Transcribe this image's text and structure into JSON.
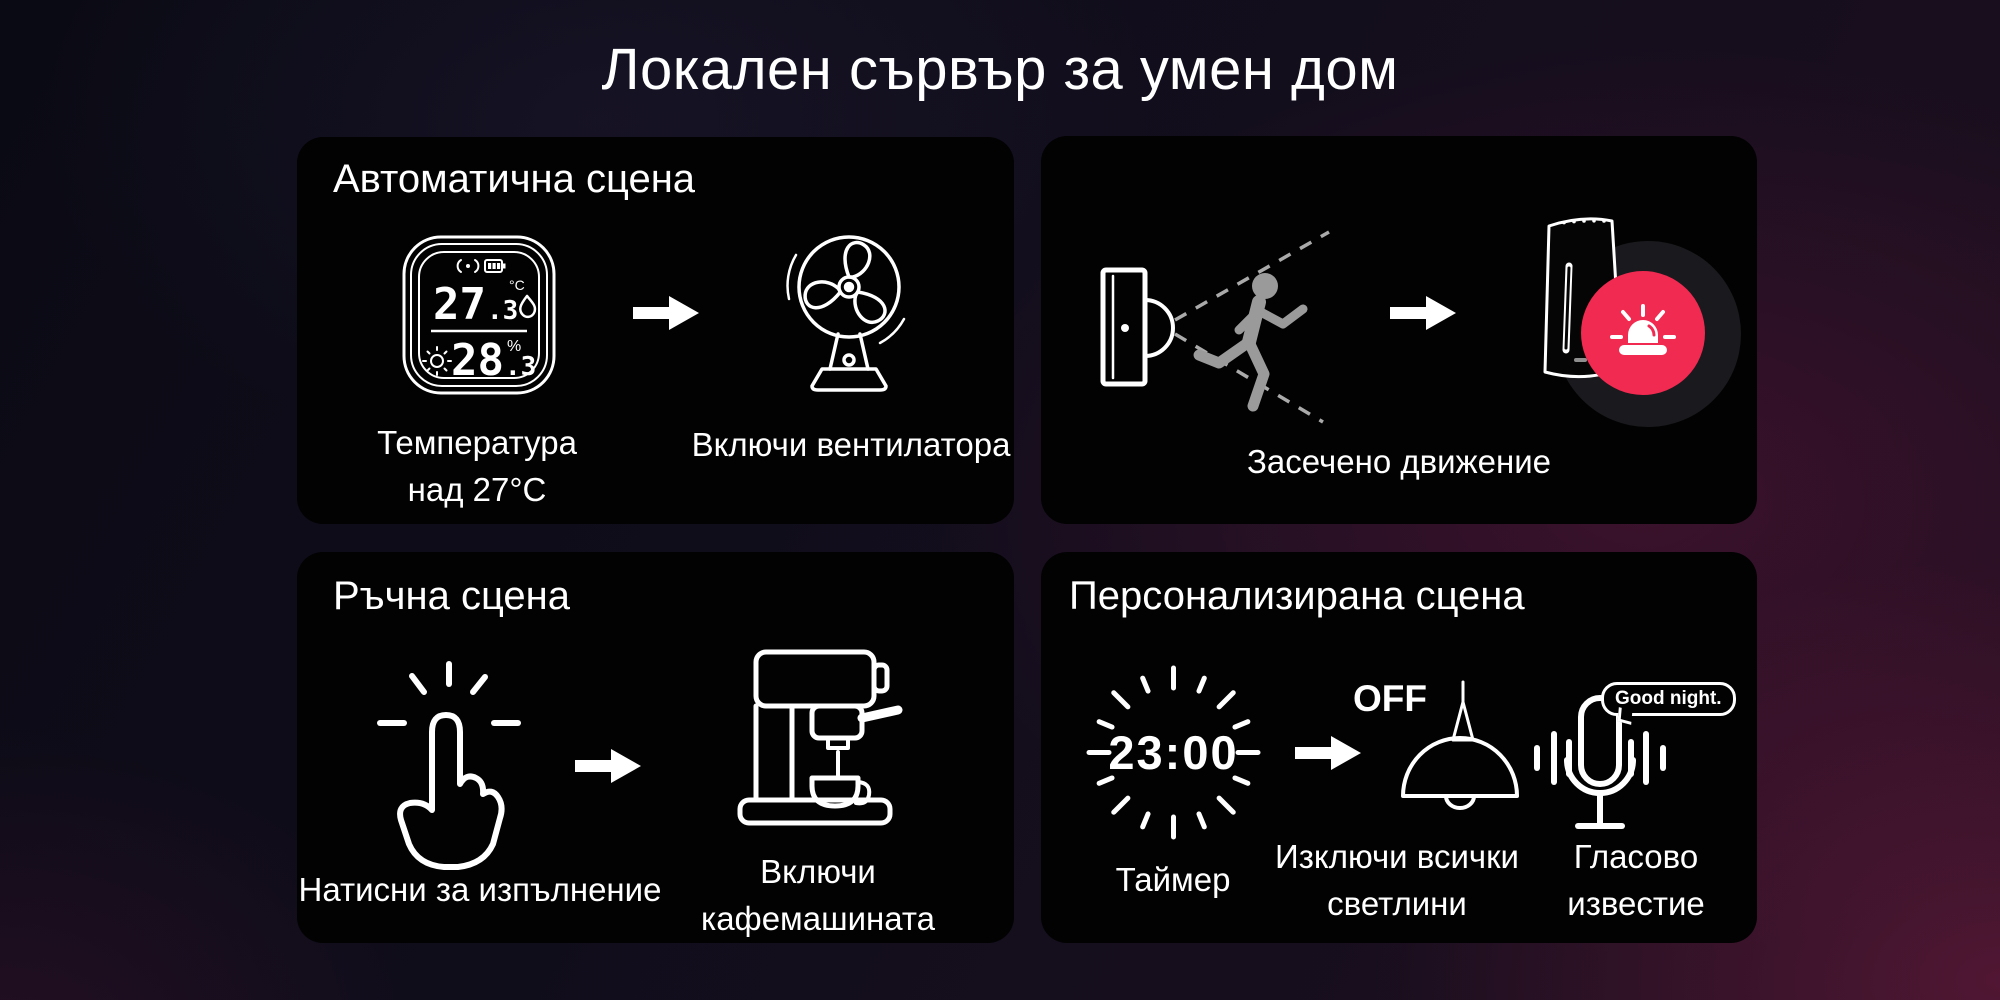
{
  "page": {
    "title": "Локален сървър за умен дом"
  },
  "colors": {
    "accent_red": "#f02a50",
    "halo_dark": "#1a191d",
    "runner_gray": "#9a9a9a",
    "card_bg": "#020202",
    "text": "#ffffff"
  },
  "icons": [
    "temperature-humidity-sensor-icon",
    "signal-icon",
    "battery-icon",
    "flame-icon",
    "sun-icon",
    "arrow-right-icon",
    "fan-icon",
    "motion-sensor-icon",
    "detection-beams",
    "running-person-icon",
    "smart-hub-icon",
    "siren-icon",
    "tap-gesture-icon",
    "coffee-machine-icon",
    "timer-icon",
    "lamp-icon",
    "microphone-icon",
    "sound-waves",
    "speech-bubble"
  ],
  "cards": [
    {
      "title": "Автоматична сцена",
      "display": {
        "temp_main": "27",
        "temp_dec": ".3",
        "temp_unit": "°C",
        "hum_main": "28",
        "hum_dec": ".3",
        "hum_unit": "%"
      },
      "trigger": {
        "line1": "Температура",
        "line2": "над 27°C"
      },
      "action": {
        "label": "Включи вентилатора"
      }
    },
    {
      "label": "Засечено движение"
    },
    {
      "title": "Ръчна сцена",
      "trigger": {
        "label": "Натисни за изпълнение"
      },
      "action": {
        "line1": "Включи",
        "line2": "кафемашината"
      }
    },
    {
      "title": "Персонализирана сцена",
      "trigger": {
        "time": "23:00",
        "label": "Таймер"
      },
      "actions": [
        {
          "off_label": "OFF",
          "line1": "Изключи всички",
          "line2": "светлини"
        },
        {
          "bubble": "Good night.",
          "line1": "Гласово",
          "line2": "известие"
        }
      ]
    }
  ]
}
